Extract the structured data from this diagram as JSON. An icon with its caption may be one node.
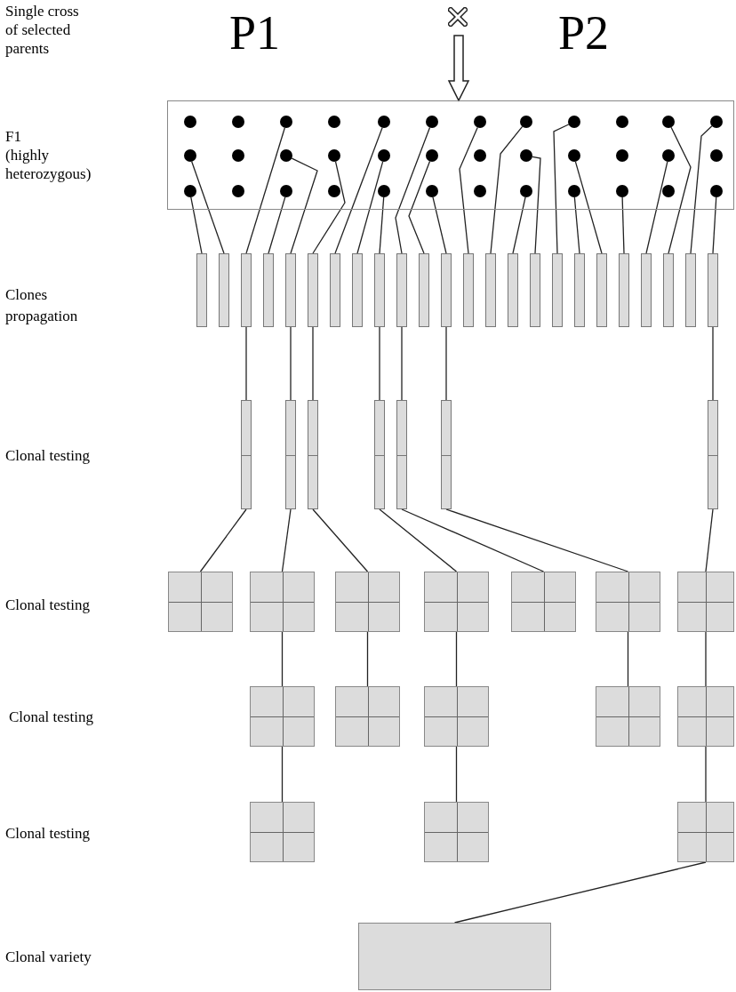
{
  "diagram": {
    "nodes": [
      {
        "text": [],
        "shape": "box"
      },
      {
        "text": [],
        "shape": "circle",
        "in": 0
      },
      {
        "text": [],
        "shape": "circle",
        "in": 0
      },
      {
        "text": [],
        "shape": "circle",
        "in": 0
      },
      {
        "text": [],
        "shape": "circle",
        "in": 0
      },
      {
        "text": [],
        "shape": "circle",
        "in": 0
      },
      {
        "text": [],
        "shape": "circle",
        "in": 0
      },
      {
        "text": [],
        "shape": "circle",
        "in": 0
      },
      {
        "text": [],
        "shape": "circle",
        "in": 0
      },
      {
        "text": [],
        "shape": "circle",
        "in": 0
      },
      {
        "text": [],
        "shape": "circle",
        "in": 0
      },
      {
        "text": [],
        "shape": "circle",
        "in": 0
      },
      {
        "text": [],
        "shape": "circle",
        "in": 0
      },
      {
        "text": [],
        "shape": "circle",
        "in": 0
      },
      {
        "text": [],
        "shape": "circle",
        "in": 0
      },
      {
        "text": [],
        "shape": "circle",
        "in": 0
      },
      {
        "text": [],
        "shape": "circle",
        "in": 0
      },
      {
        "text": [],
        "shape": "circle",
        "in": 0
      },
      {
        "text": [],
        "shape": "circle",
        "in": 0
      },
      {
        "text": [],
        "shape": "circle",
        "in": 0
      },
      {
        "text": [],
        "shape": "circle",
        "in": 0
      },
      {
        "text": [],
        "shape": "circle",
        "in": 0
      },
      {
        "text": [],
        "shape": "circle",
        "in": 0
      },
      {
        "text": [],
        "shape": "circle",
        "in": 0
      },
      {
        "text": [],
        "shape": "circle",
        "in": 0
      },
      {
        "text": [],
        "shape": "circle",
        "in": 0
      },
      {
        "text": [],
        "shape": "circle",
        "in": 0
      },
      {
        "text": [],
        "shape": "circle",
        "in": 0
      },
      {
        "text": [],
        "shape": "circle",
        "in": 0
      },
      {
        "text": [],
        "shape": "circle",
        "in": 0
      },
      {
        "text": [],
        "shape": "circle",
        "in": 0
      },
      {
        "text": [],
        "shape": "circle",
        "in": 0
      },
      {
        "text": [],
        "shape": "circle",
        "in": 0
      },
      {
        "text": [],
        "shape": "circle",
        "in": 0
      },
      {
        "text": [],
        "shape": "circle",
        "in": 0
      },
      {
        "text": [],
        "shape": "circle",
        "in": 0
      },
      {
        "text": [],
        "shape": "circle",
        "in": 0
      },
      {
        "text": [],
        "shape": "bar"
      },
      {
        "text": [],
        "shape": "bar"
      },
      {
        "text": [],
        "shape": "bar"
      },
      {
        "text": [],
        "shape": "bar"
      },
      {
        "text": [],
        "shape": "bar"
      },
      {
        "text": [],
        "shape": "bar"
      },
      {
        "text": [],
        "shape": "bar"
      },
      {
        "text": [],
        "shape": "bar"
      },
      {
        "text": [],
        "shape": "bar"
      },
      {
        "text": [],
        "shape": "bar"
      },
      {
        "text": [],
        "shape": "bar"
      },
      {
        "text": [],
        "shape": "bar"
      },
      {
        "text": [],
        "shape": "bar"
      },
      {
        "text": [],
        "shape": "bar"
      },
      {
        "text": [],
        "shape": "bar"
      },
      {
        "text": [],
        "shape": "bar"
      },
      {
        "text": [],
        "shape": "bar"
      },
      {
        "text": [],
        "shape": "bar"
      },
      {
        "text": [],
        "shape": "bar"
      },
      {
        "text": [],
        "shape": "bar"
      },
      {
        "text": [],
        "shape": "bar"
      },
      {
        "text": [],
        "shape": "bar"
      },
      {
        "text": [],
        "shape": "bar"
      },
      {
        "text": [],
        "shape": "bar"
      },
      {
        "text": [],
        "shape": "bar"
      },
      {
        "text": [],
        "shape": "bar"
      },
      {
        "text": [],
        "shape": "bar"
      },
      {
        "text": [],
        "shape": "bar"
      },
      {
        "text": [],
        "shape": "bar"
      },
      {
        "text": [],
        "shape": "bar"
      },
      {
        "text": [],
        "shape": "bar"
      },
      {
        "text": [],
        "shape": "box"
      },
      {
        "text": [],
        "shape": "box"
      },
      {
        "text": [],
        "shape": "box"
      },
      {
        "text": [],
        "shape": "box"
      },
      {
        "text": [],
        "shape": "box"
      },
      {
        "text": [],
        "shape": "box"
      },
      {
        "text": [],
        "shape": "box"
      },
      {
        "text": [],
        "shape": "box"
      },
      {
        "text": [],
        "shape": "box"
      },
      {
        "text": [],
        "shape": "box"
      },
      {
        "text": [],
        "shape": "box"
      },
      {
        "text": [],
        "shape": "box"
      },
      {
        "text": [],
        "shape": "box"
      },
      {
        "text": [],
        "shape": "box"
      },
      {
        "text": [],
        "shape": "box"
      },
      {
        "text": [],
        "shape": "box"
      }
    ],
    "edges": [
      {
        "from": 25,
        "to": 37,
        "arrow": "none"
      },
      {
        "from": 13,
        "to": 38,
        "arrow": "none"
      },
      {
        "from": 3,
        "to": 39,
        "arrow": "none"
      },
      {
        "from": 27,
        "to": 40,
        "arrow": "none"
      },
      {
        "from": 15,
        "to": 41,
        "arrow": "none"
      },
      {
        "from": 16,
        "to": 42,
        "arrow": "none"
      },
      {
        "from": 5,
        "to": 43,
        "arrow": "none"
      },
      {
        "from": 17,
        "to": 44,
        "arrow": "none"
      },
      {
        "from": 29,
        "to": 45,
        "arrow": "none"
      },
      {
        "from": 6,
        "to": 46,
        "arrow": "none"
      },
      {
        "from": 18,
        "to": 47,
        "arrow": "none"
      },
      {
        "from": 30,
        "to": 48,
        "arrow": "none"
      },
      {
        "from": 7,
        "to": 49,
        "arrow": "none"
      },
      {
        "from": 8,
        "to": 50,
        "arrow": "none"
      },
      {
        "from": 32,
        "to": 51,
        "arrow": "none"
      },
      {
        "from": 20,
        "to": 52,
        "arrow": "none"
      },
      {
        "from": 9,
        "to": 53,
        "arrow": "none"
      },
      {
        "from": 33,
        "to": 54,
        "arrow": "none"
      },
      {
        "from": 21,
        "to": 55,
        "arrow": "none"
      },
      {
        "from": 34,
        "to": 56,
        "arrow": "none"
      },
      {
        "from": 23,
        "to": 57,
        "arrow": "none"
      },
      {
        "from": 11,
        "to": 58,
        "arrow": "none"
      },
      {
        "from": 12,
        "to": 59,
        "arrow": "none"
      },
      {
        "from": 36,
        "to": 60,
        "arrow": "none"
      },
      {
        "from": 39,
        "to": 61,
        "arrow": "none"
      },
      {
        "from": 41,
        "to": 62,
        "arrow": "none"
      },
      {
        "from": 42,
        "to": 63,
        "arrow": "none"
      },
      {
        "from": 45,
        "to": 64,
        "arrow": "none"
      },
      {
        "from": 46,
        "to": 65,
        "arrow": "none"
      },
      {
        "from": 48,
        "to": 66,
        "arrow": "none"
      },
      {
        "from": 60,
        "to": 67,
        "arrow": "none"
      },
      {
        "from": 61,
        "to": 68,
        "arrow": "none"
      },
      {
        "from": 62,
        "to": 69,
        "arrow": "none"
      },
      {
        "from": 63,
        "to": 70,
        "arrow": "none"
      },
      {
        "from": 64,
        "to": 71,
        "arrow": "none"
      },
      {
        "from": 65,
        "to": 72,
        "arrow": "none"
      },
      {
        "from": 66,
        "to": 73,
        "arrow": "none"
      },
      {
        "from": 67,
        "to": 74,
        "arrow": "none"
      },
      {
        "from": 69,
        "to": 75,
        "arrow": "none"
      },
      {
        "from": 70,
        "to": 76,
        "arrow": "none"
      },
      {
        "from": 71,
        "to": 77,
        "arrow": "none"
      },
      {
        "from": 73,
        "to": 78,
        "arrow": "none"
      },
      {
        "from": 74,
        "to": 79,
        "arrow": "none"
      },
      {
        "from": 75,
        "to": 80,
        "arrow": "none"
      },
      {
        "from": 77,
        "to": 81,
        "arrow": "none"
      },
      {
        "from": 79,
        "to": 82,
        "arrow": "none"
      },
      {
        "from": 82,
        "to": 83,
        "arrow": "none"
      },
      {
        "from": null,
        "to": 0,
        "arrow": "to"
      }
    ],
    "labels": [
      "Single cross of selected parents",
      "P1",
      "P2",
      "F1",
      "(highly heterozygous)",
      "Clones propagation",
      "Clonal testing",
      "Clonal testing",
      "Clonal testing",
      "Clonal testing",
      "Clonal variety"
    ]
  }
}
